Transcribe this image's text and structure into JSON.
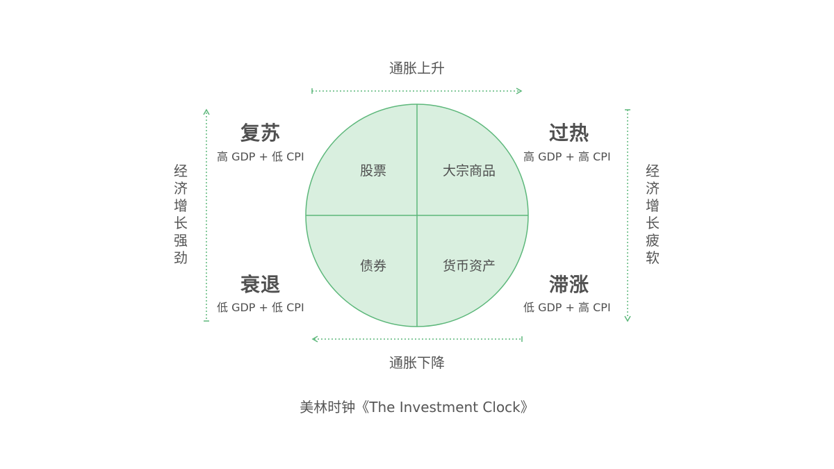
{
  "colors": {
    "circle_fill": "#d9efdf",
    "accent": "#5cb77a",
    "text": "#505050"
  },
  "axes": {
    "top": "通胀上升",
    "bottom": "通胀下降",
    "left": "经济增长强劲",
    "right": "经济增长疲软"
  },
  "phases": {
    "recovery": {
      "title": "复苏",
      "desc": "高 GDP + 低 CPI"
    },
    "overheat": {
      "title": "过热",
      "desc": "高 GDP + 高 CPI"
    },
    "recession": {
      "title": "衰退",
      "desc": "低 GDP + 低 CPI"
    },
    "stagflation": {
      "title": "滞涨",
      "desc": "低 GDP + 高 CPI"
    }
  },
  "assets": {
    "top_left": "股票",
    "top_right": "大宗商品",
    "bottom_left": "债券",
    "bottom_right": "货币资产"
  },
  "caption": "美林时钟《The Investment Clock》"
}
